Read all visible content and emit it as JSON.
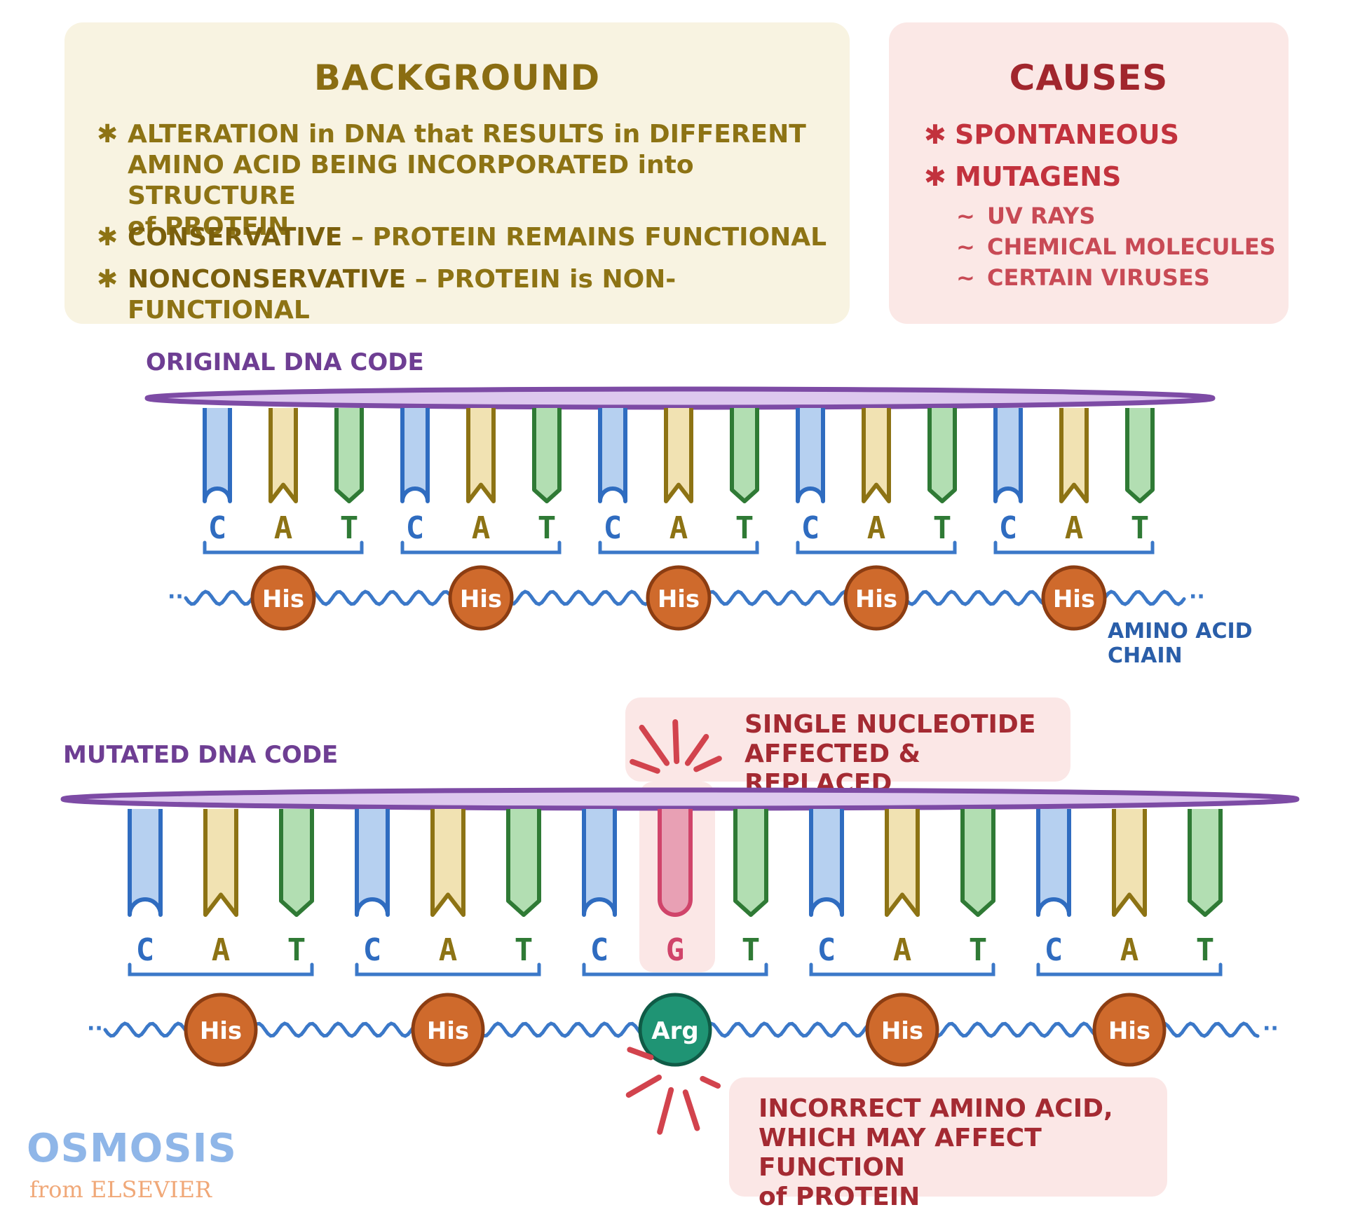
{
  "background": {
    "title": "BACKGROUND",
    "items": [
      {
        "lines": [
          "ALTERATION in DNA that RESULTS in DIFFERENT",
          "AMINO ACID BEING INCORPORATED into STRUCTURE",
          "of PROTEIN"
        ]
      },
      {
        "strong": "CONSERVATIVE",
        "rest": " – PROTEIN REMAINS FUNCTIONAL"
      },
      {
        "strong": "NONCONSERVATIVE",
        "rest": " – PROTEIN is NON-FUNCTIONAL"
      }
    ]
  },
  "causes": {
    "title": "CAUSES",
    "items": [
      "SPONTANEOUS",
      "MUTAGENS"
    ],
    "mutagens": [
      "UV RAYS",
      "CHEMICAL MOLECULES",
      "CERTAIN VIRUSES"
    ]
  },
  "original": {
    "label": "ORIGINAL DNA CODE",
    "bases": [
      "C",
      "A",
      "T",
      "C",
      "A",
      "T",
      "C",
      "A",
      "T",
      "C",
      "A",
      "T",
      "C",
      "A",
      "T"
    ],
    "amino_acids": [
      "His",
      "His",
      "His",
      "His",
      "His"
    ],
    "chain_label": [
      "AMINO ACID",
      "CHAIN"
    ]
  },
  "mutated": {
    "label": "MUTATED DNA CODE",
    "bases": [
      "C",
      "A",
      "T",
      "C",
      "A",
      "T",
      "C",
      "G",
      "T",
      "C",
      "A",
      "T",
      "C",
      "A",
      "T"
    ],
    "amino_acids": [
      "His",
      "His",
      "Arg",
      "His",
      "His"
    ],
    "mutated_index": 7,
    "callout_top": [
      "SINGLE NUCLEOTIDE",
      "AFFECTED & REPLACED"
    ],
    "callout_bottom": [
      "INCORRECT AMINO ACID,",
      "WHICH MAY AFFECT FUNCTION",
      "of PROTEIN"
    ]
  },
  "logo": {
    "name": "OSMOSIS",
    "sub": "from ELSEVIER"
  },
  "colors": {
    "C": "#2f6cc0",
    "A": "#8d7314",
    "T": "#2f7a35",
    "G": "#d0446a",
    "backbone": "#7d4ba5",
    "backbone_fill": "#ddc8ee",
    "his": "#cf6a2c",
    "arg": "#1f9474",
    "chain": "#3b78c8"
  }
}
